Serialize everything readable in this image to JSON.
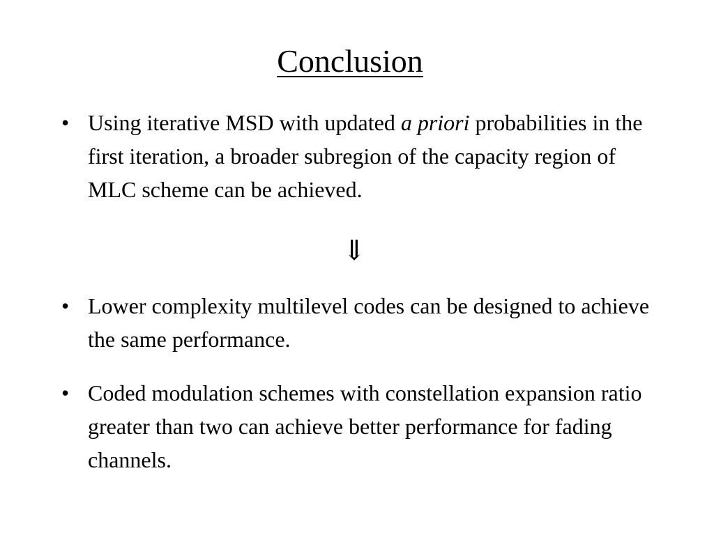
{
  "slide": {
    "title": "Conclusion",
    "bullet_char": "•",
    "bullets": [
      {
        "text_before": "Using iterative MSD with updated ",
        "text_italic": "a priori",
        "text_after": " probabilities in the first iteration, a broader subregion of the capacity region of MLC scheme can be achieved."
      },
      {
        "text": "Lower complexity multilevel codes can be designed to achieve the same performance."
      },
      {
        "text": "Coded modulation schemes with constellation expansion ratio greater than two can achieve better performance for fading channels."
      }
    ],
    "implies_arrow": "⇓"
  }
}
